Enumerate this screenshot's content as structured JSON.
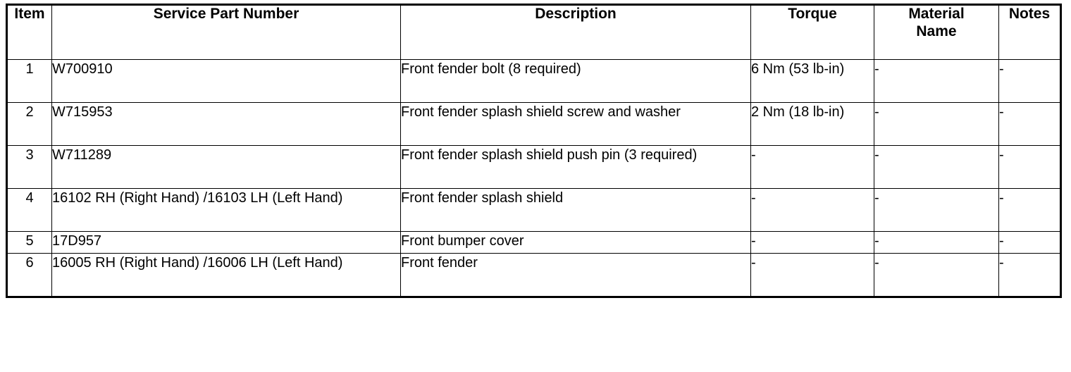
{
  "table": {
    "columns": [
      {
        "key": "item",
        "label": "Item"
      },
      {
        "key": "part",
        "label": "Service Part Number"
      },
      {
        "key": "desc",
        "label": "Description"
      },
      {
        "key": "torque",
        "label": "Torque"
      },
      {
        "key": "mat",
        "label": "Material\nName"
      },
      {
        "key": "notes",
        "label": "Notes"
      }
    ],
    "header": {
      "item": "Item",
      "part": "Service Part Number",
      "desc": "Description",
      "torque": "Torque",
      "mat_line1": "Material",
      "mat_line2": "Name",
      "notes": "Notes"
    },
    "rows": [
      {
        "item": "1",
        "part": "W700910",
        "desc": "Front fender bolt (8 required)",
        "torque": "6 Nm (53 lb-in)",
        "mat": "-",
        "notes": "-"
      },
      {
        "item": "2",
        "part": "W715953",
        "desc": "Front fender splash shield screw and washer",
        "torque": "2 Nm (18 lb-in)",
        "mat": "-",
        "notes": "-"
      },
      {
        "item": "3",
        "part": "W711289",
        "desc": "Front fender splash shield push pin (3 required)",
        "torque": "-",
        "mat": "-",
        "notes": "-"
      },
      {
        "item": "4",
        "part": "16102 RH (Right Hand) /16103 LH (Left Hand)",
        "desc": "Front fender splash shield",
        "torque": "-",
        "mat": "-",
        "notes": "-"
      },
      {
        "item": "5",
        "part": "17D957",
        "desc": "Front bumper cover",
        "torque": "-",
        "mat": "-",
        "notes": "-"
      },
      {
        "item": "6",
        "part": "16005 RH (Right Hand) /16006 LH (Left Hand)",
        "desc": "Front fender",
        "torque": "-",
        "mat": "-",
        "notes": "-"
      }
    ]
  },
  "style": {
    "border_color": "#000000",
    "background": "#ffffff",
    "text_color": "#000000"
  }
}
